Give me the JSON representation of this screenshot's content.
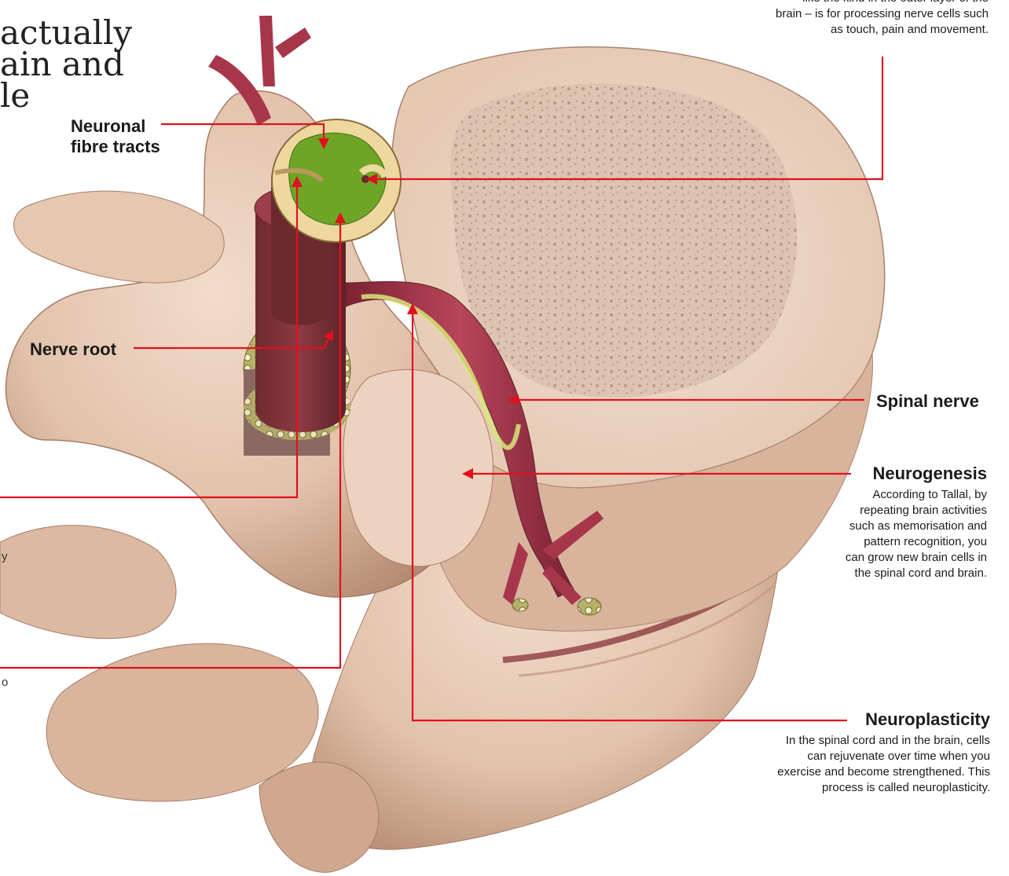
{
  "title_fragment": "actually\nain and\nle",
  "top_text_fragment": "like the kind in the outer layer of the\nbrain – is for processing nerve cells such\nas touch, pain and movement.",
  "labels": {
    "neuronal_fibre_tracts": "Neuronal\nfibre tracts",
    "nerve_root": "Nerve root",
    "spinal_nerve": "Spinal nerve",
    "neurogenesis": {
      "title": "Neurogenesis",
      "text": "According to Tallal, by\nrepeating brain activities\nsuch as memorisation and\npattern recognition, you\ncan grow new brain cells in\nthe spinal cord and brain."
    },
    "neuroplasticity": {
      "title": "Neuroplasticity",
      "text": "In the spinal cord and in the brain, cells\ncan rejuvenate over time when you\nexercise and become strengthened. This\nprocess is called neuroplasticity."
    }
  },
  "edge_fragments": [
    "y",
    "o"
  ],
  "colors": {
    "leader_line": "#e0101e",
    "bone": "#e8c8b0",
    "bone_shadow": "#b9907a",
    "nerve": "#a8364a",
    "grey_matter": "#6fa526",
    "white_matter": "#efd8a0"
  }
}
